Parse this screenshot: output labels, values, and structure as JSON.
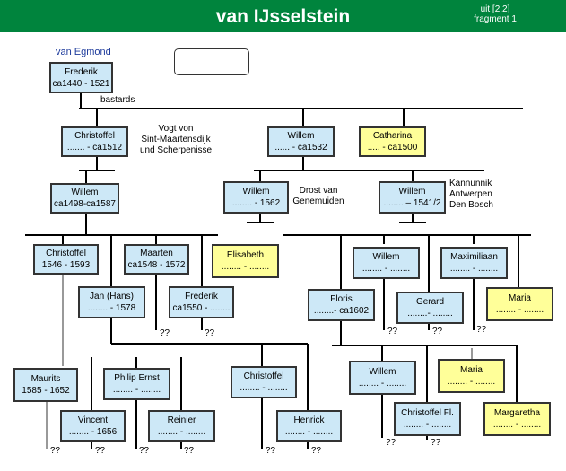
{
  "header": {
    "title": "van IJsselstein",
    "note_line1": "uit  [2.2]",
    "note_line2": "fragment 1"
  },
  "labels": {
    "egmond": "van Egmond",
    "bastards": "bastards",
    "vogt_line1": "Vogt von",
    "vogt_line2": "Sint-Maartensdijk",
    "vogt_line3": "und Scherpenisse",
    "drost_line1": "Drost van",
    "drost_line2": "Genemuiden",
    "kan_line1": "Kannunnik",
    "kan_line2": "Antwerpen",
    "kan_line3": "Den Bosch"
  },
  "unknown_marker": "??",
  "persons": {
    "frederik": {
      "name": "Frederik",
      "dates": "ca1440 - 1521"
    },
    "christoffel1": {
      "name": "Christoffel",
      "dates": "....... - ca1512"
    },
    "willem1": {
      "name": "Willem",
      "dates": "...... - ca1532"
    },
    "catharina": {
      "name": "Catharina",
      "dates": "..... - ca1500"
    },
    "willem2": {
      "name": "Willem",
      "dates": "ca1498-ca1587"
    },
    "willem3": {
      "name": "Willem",
      "dates": "........ - 1562"
    },
    "willem4": {
      "name": "Willem",
      "dates": "........ – 1541/2"
    },
    "christoffel2": {
      "name": "Christoffel",
      "dates": "1546 - 1593"
    },
    "maarten": {
      "name": "Maarten",
      "dates": "ca1548 - 1572"
    },
    "elisabeth": {
      "name": "Elisabeth",
      "dates": "........ - ........"
    },
    "jan": {
      "name": "Jan (Hans)",
      "dates": "........ - 1578"
    },
    "frederik2": {
      "name": "Frederik",
      "dates": "ca1550 - ........"
    },
    "willem5": {
      "name": "Willem",
      "dates": "........ - ........"
    },
    "maximiliaan": {
      "name": "Maximiliaan",
      "dates": "........ - ........"
    },
    "floris": {
      "name": "Floris",
      "dates": "........- ca1602"
    },
    "gerard": {
      "name": "Gerard",
      "dates": "........- ........"
    },
    "maria1": {
      "name": "Maria",
      "dates": "........ - ........"
    },
    "maurits": {
      "name": "Maurits",
      "dates": "1585 - 1652"
    },
    "philip": {
      "name": "Philip Ernst",
      "dates": "........ - ........"
    },
    "vincent": {
      "name": "Vincent",
      "dates": "........ - 1656"
    },
    "reinier": {
      "name": "Reinier",
      "dates": "........ - ........"
    },
    "christoffel3": {
      "name": "Christoffel",
      "dates": "........ - ........"
    },
    "henrick": {
      "name": "Henrick",
      "dates": "........ - ........"
    },
    "willem6": {
      "name": "Willem",
      "dates": "........ - ........"
    },
    "maria2": {
      "name": "Maria",
      "dates": "........ - ........"
    },
    "christoffelfl": {
      "name": "Christoffel Fl.",
      "dates": "........ - ........"
    },
    "margaretha": {
      "name": "Margaretha",
      "dates": "........ - ........"
    }
  }
}
